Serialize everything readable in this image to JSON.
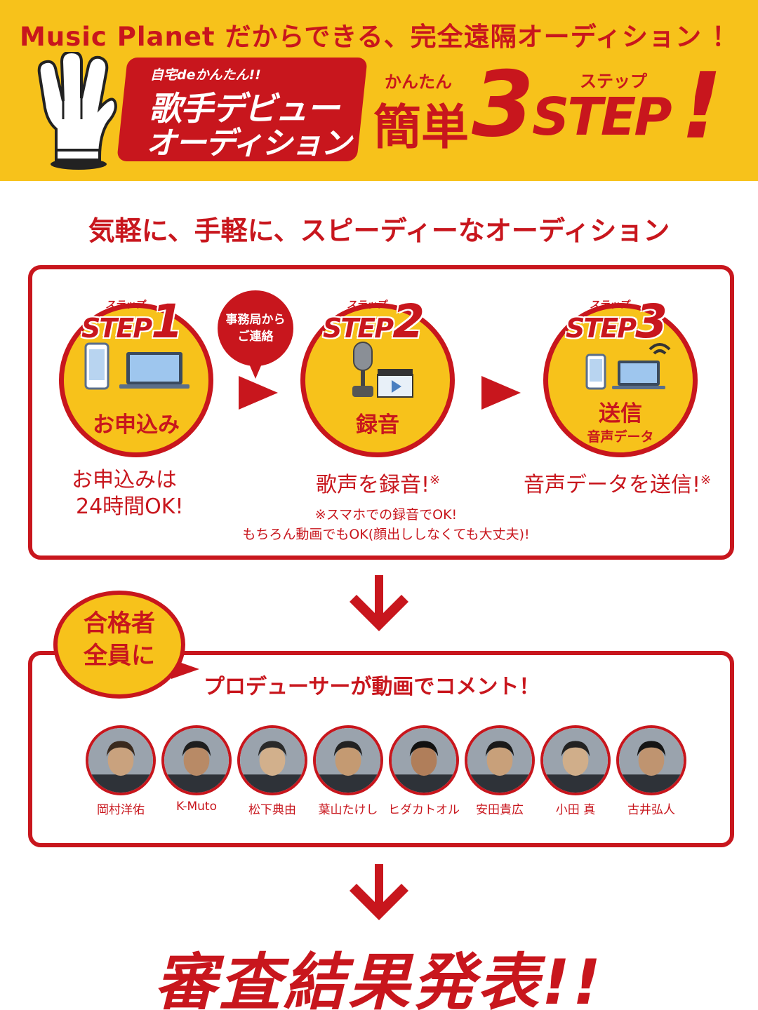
{
  "header": {
    "title": "Music Planet だからできる、完全遠隔オーディション ！",
    "badge_small": "自宅deかんたん!!",
    "badge_line1": "歌手デビュー",
    "badge_line2": "オーディション",
    "kantan_ruby": "かんたん",
    "kantan": "簡単",
    "number": "3",
    "step_ruby": "ステップ",
    "step_word": "STEP",
    "bang": "!"
  },
  "subtitle": "気軽に、手軽に、スピーディーなオーディション",
  "steps": {
    "ruby": "ステップ",
    "word": "STEP",
    "items": [
      {
        "number": "1",
        "label": "お申込み",
        "sub": "",
        "desc_line1": "お申込みは",
        "desc_line2": "24時間OK!",
        "icon": "phone-laptop-icon"
      },
      {
        "number": "2",
        "label": "録音",
        "sub": "",
        "desc_line1": "歌声を録音!",
        "desc_mark": "※",
        "icon": "microphone-clapper-icon"
      },
      {
        "number": "3",
        "label": "送信",
        "sub": "音声データ",
        "desc_line1": "音声データを送信!",
        "desc_mark": "※",
        "icon": "phone-laptop-wifi-icon"
      }
    ],
    "bubble_line1": "事務局から",
    "bubble_line2": "ご連絡",
    "note_line1": "※スマホでの録音でOK!",
    "note_line2": "もちろん動画でもOK(顔出ししなくても大丈夫)!"
  },
  "producers": {
    "badge_line1": "合格者",
    "badge_line2": "全員に",
    "title": "プロデューサーが動画でコメント！",
    "people": [
      {
        "name": "岡村洋佑"
      },
      {
        "name": "K-Muto"
      },
      {
        "name": "松下典由"
      },
      {
        "name": "葉山たけし"
      },
      {
        "name": "ヒダカトオル"
      },
      {
        "name": "安田貴広"
      },
      {
        "name": "小田 真"
      },
      {
        "name": "古井弘人"
      }
    ]
  },
  "result": "審査結果発表!!",
  "colors": {
    "red": "#c8161d",
    "yellow": "#f7c21b",
    "white": "#ffffff"
  }
}
